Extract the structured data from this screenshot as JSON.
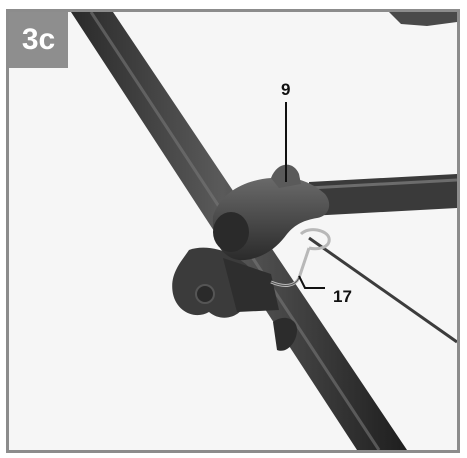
{
  "figure": {
    "step_label": "3c",
    "callouts": [
      {
        "number": "9",
        "target": "handle"
      },
      {
        "number": "17",
        "target": "wire-clip"
      }
    ]
  }
}
